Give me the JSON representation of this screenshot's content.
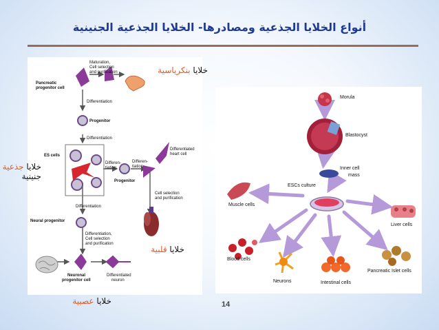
{
  "slide": {
    "title": "أنواع الخلايا الجذعية ومصادرها- الخلايا الجذعية الجنينية",
    "page_number": "14"
  },
  "left_diagram": {
    "labels": {
      "maturation": "Maturation,",
      "cell_selection": "Cell selection",
      "and_purification": "and purification",
      "pancreatic_progenitor_1": "Pancreatic",
      "pancreatic_progenitor_2": "progenitor cell",
      "differentiation_top": "Differentiation",
      "progenitor_top": "Progenitor",
      "differentiation_mid": "Differentiation",
      "es_cells": "ES cells",
      "differentiated_heart_1": "Differentiated",
      "differentiated_heart_2": "heart cell",
      "differen_1": "Differen-",
      "differen_2": "tiation",
      "differen_3": "Differen-",
      "differen_4": "tiation",
      "progenitor_right": "Progenitor",
      "cell_selection_right_1": "Cell selection",
      "cell_selection_right_2": "and purification",
      "differentiation_bottom": "Differentiation",
      "neural_progenitor": "Neural progenitor",
      "diff_cell_sel_1": "Differentiation,",
      "diff_cell_sel_2": "Cell selection",
      "diff_cell_sel_3": "and purification",
      "neuronal_progenitor_1": "Neuronal",
      "neuronal_progenitor_2": "progenitor cell",
      "differentiated_neuron_1": "Differentiated",
      "differentiated_neuron_2": "neuron"
    },
    "arabic": {
      "pancreatic": {
        "word1": "خلايا",
        "word2": "بنكرياسية"
      },
      "embryonic": {
        "word1": "خلايا",
        "word2": "جذعية",
        "word3": "جنينية"
      },
      "cardiac": {
        "word1": "خلايا",
        "word2": "قلبية"
      },
      "neural": {
        "word1": "خلايا",
        "word2": "عصبية"
      }
    }
  },
  "right_diagram": {
    "labels": {
      "morula": "Morula",
      "blastocyst": "Blastocyst",
      "inner_cell_mass_1": "Inner cell",
      "inner_cell_mass_2": "mass",
      "escs_culture": "ESCs culture",
      "muscle_cells": "Muscle cells",
      "liver_cells": "Liver cells",
      "blood_cells": "Blood cells",
      "neurons": "Neurons",
      "intestinal_cells": "Intestinal cells",
      "pancreatic_islet_cells": "Pancreatic Islet cells"
    }
  },
  "colors": {
    "title": "#1f3a93",
    "rule": "#9a6a5a",
    "arabic_highlight": "#e8571e",
    "right_arrows": "#b49ad8",
    "cell_purple": "#8b3a9a"
  }
}
